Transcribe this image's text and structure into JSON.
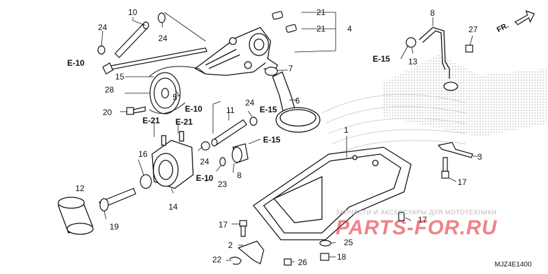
{
  "callouts": [
    "1",
    "2",
    "3",
    "4",
    "5",
    "6",
    "7",
    "8",
    "10",
    "11",
    "12",
    "13",
    "14",
    "15",
    "16",
    "17",
    "18",
    "19",
    "20",
    "21",
    "22",
    "23",
    "24",
    "25",
    "26",
    "27",
    "28"
  ],
  "references": [
    "E-10",
    "E-15",
    "E-21"
  ],
  "direction_label": "FR.",
  "diagram_code": "MJZ4E1400",
  "watermark": {
    "top_text": "ЗАПЧАСТИ И АКСЕССУАРЫ ДЛЯ МОТОТЕХНИКИ",
    "logo_text": "PARTS-FOR.RU"
  },
  "colors": {
    "line": "#111111",
    "watermark_red": "#e21e28",
    "watermark_grey": "#b8b8b8"
  }
}
